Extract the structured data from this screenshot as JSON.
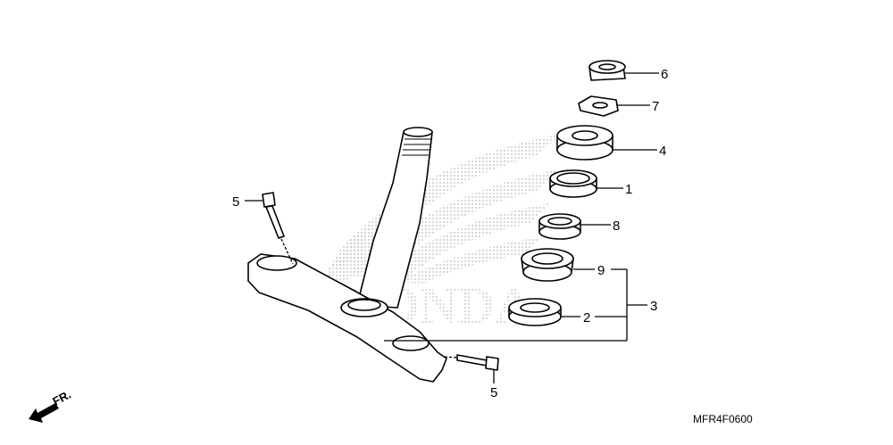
{
  "diagram": {
    "watermark_text": "HONDA",
    "diagram_code": "MFR4F0600",
    "direction_label": "FR.",
    "callouts": {
      "part_6": "6",
      "part_7": "7",
      "part_4": "4",
      "part_1": "1",
      "part_8": "8",
      "part_9": "9",
      "part_2": "2",
      "part_3": "3",
      "bolt_upper": "5",
      "bolt_lower": "5"
    },
    "colors": {
      "watermark": "#c8c8c8",
      "ink": "#000000"
    }
  }
}
